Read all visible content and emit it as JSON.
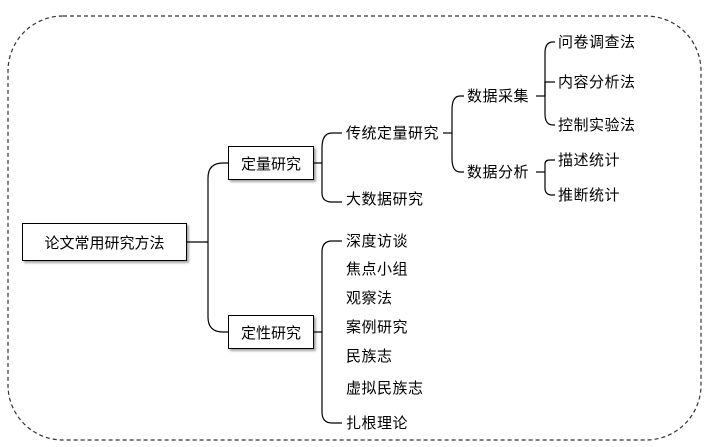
{
  "root": "论文常用研究方法",
  "quantitative": {
    "label": "定量研究",
    "traditional": "传统定量研究",
    "bigdata": "大数据研究",
    "collection": {
      "label": "数据采集",
      "methods": [
        "问卷调查法",
        "内容分析法",
        "控制实验法"
      ]
    },
    "analysis": {
      "label": "数据分析",
      "methods": [
        "描述统计",
        "推断统计"
      ]
    }
  },
  "qualitative": {
    "label": "定性研究",
    "methods": [
      "深度访谈",
      "焦点小组",
      "观察法",
      "案例研究",
      "民族志",
      "虚拟民族志",
      "扎根理论"
    ]
  }
}
